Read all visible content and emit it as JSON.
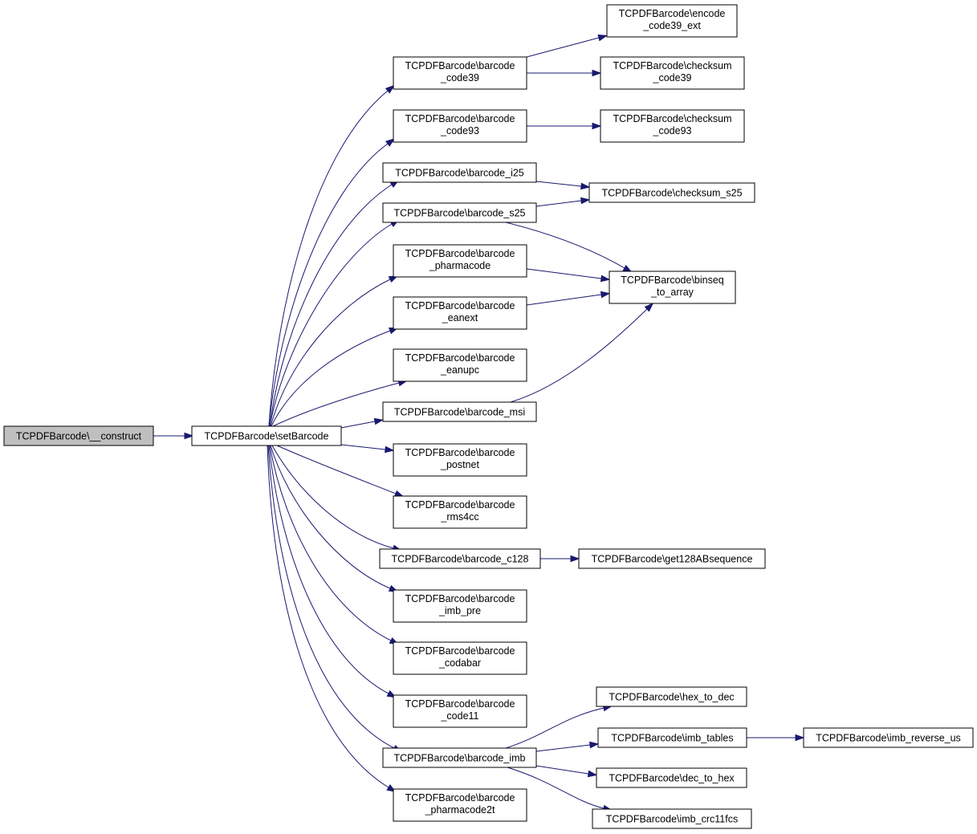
{
  "colors": {
    "edge": "#191970",
    "root_fill": "#bfbfbf",
    "node_fill": "#ffffff",
    "node_border": "#000000"
  },
  "nodes": {
    "construct": {
      "lines": [
        "TCPDFBarcode\\__construct"
      ]
    },
    "setBarcode": {
      "lines": [
        "TCPDFBarcode\\setBarcode"
      ]
    },
    "barcode_code39": {
      "lines": [
        "TCPDFBarcode\\barcode",
        "_code39"
      ]
    },
    "barcode_code93": {
      "lines": [
        "TCPDFBarcode\\barcode",
        "_code93"
      ]
    },
    "barcode_i25": {
      "lines": [
        "TCPDFBarcode\\barcode_i25"
      ]
    },
    "barcode_s25": {
      "lines": [
        "TCPDFBarcode\\barcode_s25"
      ]
    },
    "barcode_pharmacode": {
      "lines": [
        "TCPDFBarcode\\barcode",
        "_pharmacode"
      ]
    },
    "barcode_eanext": {
      "lines": [
        "TCPDFBarcode\\barcode",
        "_eanext"
      ]
    },
    "barcode_eanupc": {
      "lines": [
        "TCPDFBarcode\\barcode",
        "_eanupc"
      ]
    },
    "barcode_msi": {
      "lines": [
        "TCPDFBarcode\\barcode_msi"
      ]
    },
    "barcode_postnet": {
      "lines": [
        "TCPDFBarcode\\barcode",
        "_postnet"
      ]
    },
    "barcode_rms4cc": {
      "lines": [
        "TCPDFBarcode\\barcode",
        "_rms4cc"
      ]
    },
    "barcode_c128": {
      "lines": [
        "TCPDFBarcode\\barcode_c128"
      ]
    },
    "barcode_imb_pre": {
      "lines": [
        "TCPDFBarcode\\barcode",
        "_imb_pre"
      ]
    },
    "barcode_codabar": {
      "lines": [
        "TCPDFBarcode\\barcode",
        "_codabar"
      ]
    },
    "barcode_code11": {
      "lines": [
        "TCPDFBarcode\\barcode",
        "_code11"
      ]
    },
    "barcode_imb": {
      "lines": [
        "TCPDFBarcode\\barcode_imb"
      ]
    },
    "barcode_pharmacode2t": {
      "lines": [
        "TCPDFBarcode\\barcode",
        "_pharmacode2t"
      ]
    },
    "encode_code39_ext": {
      "lines": [
        "TCPDFBarcode\\encode",
        "_code39_ext"
      ]
    },
    "checksum_code39": {
      "lines": [
        "TCPDFBarcode\\checksum",
        "_code39"
      ]
    },
    "checksum_code93": {
      "lines": [
        "TCPDFBarcode\\checksum",
        "_code93"
      ]
    },
    "checksum_s25": {
      "lines": [
        "TCPDFBarcode\\checksum_s25"
      ]
    },
    "binseq_to_array": {
      "lines": [
        "TCPDFBarcode\\binseq",
        "_to_array"
      ]
    },
    "get128ABsequence": {
      "lines": [
        "TCPDFBarcode\\get128ABsequence"
      ]
    },
    "hex_to_dec": {
      "lines": [
        "TCPDFBarcode\\hex_to_dec"
      ]
    },
    "imb_tables": {
      "lines": [
        "TCPDFBarcode\\imb_tables"
      ]
    },
    "imb_reverse_us": {
      "lines": [
        "TCPDFBarcode\\imb_reverse_us"
      ]
    },
    "dec_to_hex": {
      "lines": [
        "TCPDFBarcode\\dec_to_hex"
      ]
    },
    "imb_crc11fcs": {
      "lines": [
        "TCPDFBarcode\\imb_crc11fcs"
      ]
    }
  },
  "edges": [
    [
      "construct",
      "setBarcode"
    ],
    [
      "setBarcode",
      "barcode_code39"
    ],
    [
      "setBarcode",
      "barcode_code93"
    ],
    [
      "setBarcode",
      "barcode_i25"
    ],
    [
      "setBarcode",
      "barcode_s25"
    ],
    [
      "setBarcode",
      "barcode_pharmacode"
    ],
    [
      "setBarcode",
      "barcode_eanext"
    ],
    [
      "setBarcode",
      "barcode_eanupc"
    ],
    [
      "setBarcode",
      "barcode_msi"
    ],
    [
      "setBarcode",
      "barcode_postnet"
    ],
    [
      "setBarcode",
      "barcode_rms4cc"
    ],
    [
      "setBarcode",
      "barcode_c128"
    ],
    [
      "setBarcode",
      "barcode_imb_pre"
    ],
    [
      "setBarcode",
      "barcode_codabar"
    ],
    [
      "setBarcode",
      "barcode_code11"
    ],
    [
      "setBarcode",
      "barcode_imb"
    ],
    [
      "setBarcode",
      "barcode_pharmacode2t"
    ],
    [
      "barcode_code39",
      "encode_code39_ext"
    ],
    [
      "barcode_code39",
      "checksum_code39"
    ],
    [
      "barcode_code93",
      "checksum_code93"
    ],
    [
      "barcode_i25",
      "checksum_s25"
    ],
    [
      "barcode_s25",
      "checksum_s25"
    ],
    [
      "barcode_s25",
      "binseq_to_array"
    ],
    [
      "barcode_pharmacode",
      "binseq_to_array"
    ],
    [
      "barcode_eanext",
      "binseq_to_array"
    ],
    [
      "barcode_msi",
      "binseq_to_array"
    ],
    [
      "barcode_c128",
      "get128ABsequence"
    ],
    [
      "barcode_imb",
      "hex_to_dec"
    ],
    [
      "barcode_imb",
      "imb_tables"
    ],
    [
      "barcode_imb",
      "dec_to_hex"
    ],
    [
      "barcode_imb",
      "imb_crc11fcs"
    ],
    [
      "imb_tables",
      "imb_reverse_us"
    ]
  ]
}
